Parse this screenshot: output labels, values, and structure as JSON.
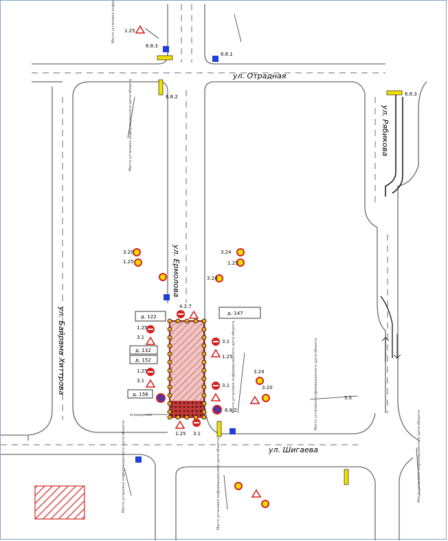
{
  "streets": {
    "otradnaya": "ул. Отрадная",
    "ryabikova": "ул. Рябикова",
    "ermolova": "ул. Ермолова",
    "bayramova": "ул. Байрама Хиттрова",
    "shigaeva": "ул. Шигаева"
  },
  "buildings": {
    "b122": "д. 122",
    "b132": "д. 132",
    "b152": "д. 152",
    "b156": "д. 156",
    "b147": "д. 147"
  },
  "signs": {
    "s125": "1.25",
    "s31": "3.1",
    "s324": "3.24",
    "s320": "3.20",
    "s427": "4.2.7",
    "s682": "6.8.2",
    "s683": "6.8.3",
    "s681": "6.8.1",
    "s55": "5.5"
  },
  "notes": {
    "install_text": "Место установки информационного щита объекта",
    "ogr": "ограждение"
  },
  "colors": {
    "zone_fill": "#e8a8a8",
    "zone_border": "#8b1a1a",
    "barrier_light": "#f5a623",
    "sign_red": "#d61f1f",
    "sign_blue": "#1f3fd6",
    "sign_yellow": "#f0e000"
  }
}
